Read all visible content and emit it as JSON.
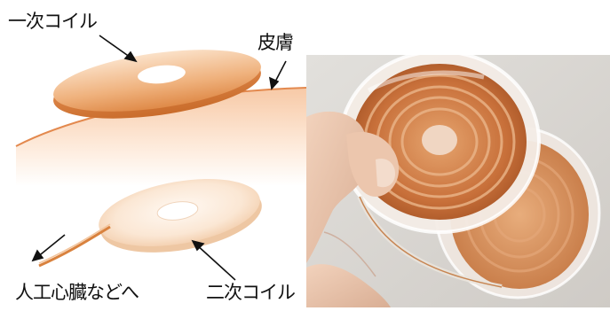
{
  "labels": {
    "primary_coil": "一次コイル",
    "skin": "皮膚",
    "secondary_coil": "二次コイル",
    "to_heart": "人工心臓などへ"
  },
  "colors": {
    "coil_copper": "#d9823e",
    "coil_light": "#f6d9bf",
    "skin_line": "#e3894e",
    "arrow": "#111111"
  },
  "icons": {
    "photo": "hand-holding-coils-photo"
  }
}
